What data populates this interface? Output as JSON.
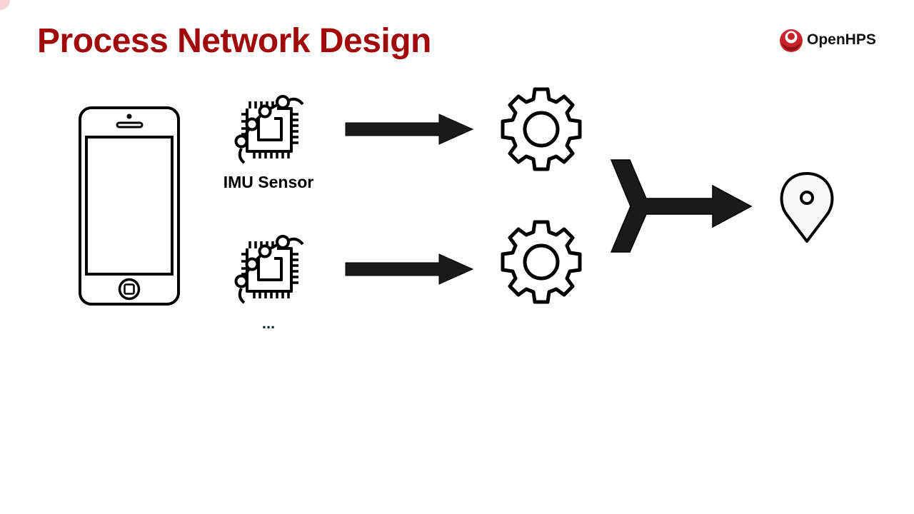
{
  "slide": {
    "title": "Process Network Design",
    "logo_text": "OpenHPS"
  },
  "diagram": {
    "nodes": [
      {
        "id": "smartphone",
        "icon": "smartphone-icon"
      },
      {
        "id": "sensor-1",
        "icon": "chip-sensor-icon",
        "label": "IMU Sensor"
      },
      {
        "id": "sensor-2",
        "icon": "chip-sensor-icon",
        "label": "..."
      },
      {
        "id": "process-1",
        "icon": "gear-icon"
      },
      {
        "id": "process-2",
        "icon": "gear-icon"
      },
      {
        "id": "output",
        "icon": "location-pin-icon"
      }
    ],
    "edges": [
      {
        "from": "sensor-1",
        "to": "process-1"
      },
      {
        "from": "sensor-2",
        "to": "process-2"
      },
      {
        "from": "process-1",
        "to": "output",
        "type": "merge"
      },
      {
        "from": "process-2",
        "to": "output",
        "type": "merge"
      }
    ]
  },
  "colors": {
    "title": "#a10a0a",
    "logo_accent": "#c8242b",
    "stroke": "#000000",
    "arrow_fill": "#1a1a1a"
  }
}
